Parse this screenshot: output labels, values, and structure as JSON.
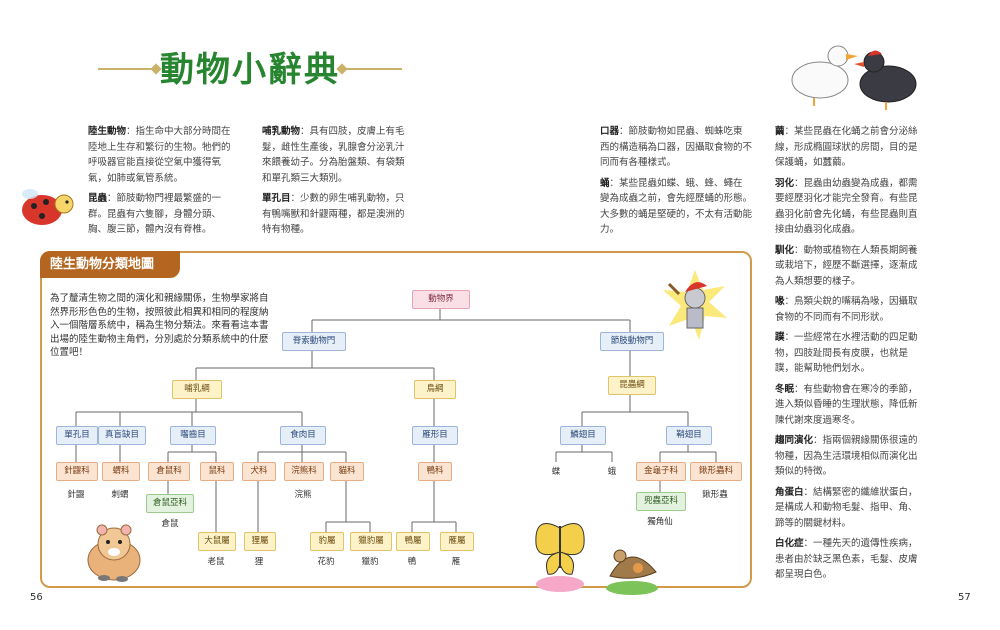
{
  "title": "動物小辭典",
  "glossary_col1": [
    {
      "term": "陸生動物",
      "def": "：指生命中大部分時間在陸地上生存和繁衍的生物。牠們的呼吸器官能直接從空氣中獲得氧氣，如肺或氣管系統。"
    },
    {
      "term": "昆蟲",
      "def": "：節肢動物門裡最繁盛的一群。昆蟲有六隻腳，身體分頭、胸、腹三節，體內沒有脊椎。"
    }
  ],
  "glossary_col2": [
    {
      "term": "哺乳動物",
      "def": "：具有四肢，皮膚上有毛髮，雌性生產後，乳腺會分泌乳汁來餵養幼子。分為胎盤類、有袋類和單孔類三大類別。"
    },
    {
      "term": "單孔目",
      "def": "：少數的卵生哺乳動物，只有鴨嘴獸和針鼴兩種，都是澳洲的特有物種。"
    }
  ],
  "glossary_col3": [
    {
      "term": "口器",
      "def": "：節肢動物如昆蟲、蜘蛛吃東西的構造稱為口器，因攝取食物的不同而有各種樣式。"
    },
    {
      "term": "蛹",
      "def": "：某些昆蟲如蝶、蛾、蜂、蠅在變為成蟲之前，會先經歷蛹的形態。大多數的蛹是堅硬的，不太有活動能力。"
    }
  ],
  "glossary_col4": [
    {
      "term": "繭",
      "def": "：某些昆蟲在化蛹之前會分泌絲線，形成橢圓球狀的房間，目的是保護蛹，如蠶繭。"
    },
    {
      "term": "羽化",
      "def": "：昆蟲由幼蟲變為成蟲，都需要經歷羽化才能完全發育。有些昆蟲羽化前會先化蛹，有些昆蟲則直接由幼蟲羽化成蟲。"
    },
    {
      "term": "馴化",
      "def": "：動物或植物在人類長期飼養或栽培下，經歷不斷選擇，逐漸成為人類想要的樣子。"
    },
    {
      "term": "喙",
      "def": "：鳥類尖銳的嘴稱為喙，因攝取食物的不同而有不同形狀。"
    },
    {
      "term": "蹼",
      "def": "：一些經常在水裡活動的四足動物，四肢趾間長有皮膜，也就是蹼，能幫助牠們划水。"
    },
    {
      "term": "冬眠",
      "def": "：有些動物會在寒冷的季節，進入類似昏睡的生理狀態，降低新陳代謝來度過寒冬。"
    },
    {
      "term": "趨同演化",
      "def": "：指兩個親緣關係很遠的物種，因為生活環境相似而演化出類似的特徵。"
    },
    {
      "term": "角蛋白",
      "def": "：結構緊密的纖維狀蛋白，是構成人和動物毛髮、指甲、角、蹄等的關鍵材料。"
    },
    {
      "term": "白化症",
      "def": "：一種先天的遺傳性疾病，患者由於缺乏黑色素，毛髮、皮膚都呈現白色。"
    }
  ],
  "map": {
    "heading": "陸生動物分類地圖",
    "intro": "為了釐清生物之間的演化和親緣關係，生物學家將自然界形形色色的生物，按照彼此相異和相同的程度納入一個階層系統中，稱為生物分類法。來看看這本書出場的陸生動物主角們，分別處於分類系統中的什麼位置吧！",
    "nodes": {
      "kingdom": "動物界",
      "chordata": "脊索動物門",
      "arthropoda": "節肢動物門",
      "mammalia": "哺乳綱",
      "aves": "鳥綱",
      "insecta": "昆蟲綱",
      "monotremata": "單孔目",
      "insectivora": "真盲缺目",
      "rodentia": "囓齒目",
      "carnivora": "食肉目",
      "anseriformes": "雁形目",
      "lepidoptera": "鱗翅目",
      "coleoptera": "鞘翅目",
      "tachyglossidae": "針鼴科",
      "erinaceidae": "蝟科",
      "cricetidae": "倉鼠科",
      "muridae": "鼠科",
      "canidae": "犬科",
      "ursidae": "浣熊科",
      "felidae": "貓科",
      "anatidae": "鴨科",
      "scarabaeidae": "金龜子科",
      "lucanidae": "鍬形蟲科",
      "cricetinae": "倉鼠亞科",
      "dynastinae": "兜蟲亞科",
      "rattus": "大鼠屬",
      "nyctereutes": "狸屬",
      "panthera": "豹屬",
      "acinonyx": "獵豹屬",
      "anas": "鴨屬",
      "anser": "雁屬"
    },
    "leaves": {
      "echidna": "針鼴",
      "hedgehog": "刺蝟",
      "hamster": "倉鼠",
      "raccoon": "浣熊",
      "rat": "老鼠",
      "raccoon_dog": "狸",
      "leopard": "花豹",
      "cheetah": "獵豹",
      "duck": "鴨",
      "goose": "雁",
      "butterfly": "蝶",
      "moth": "蛾",
      "stag_beetle": "鍬形蟲",
      "rhino_beetle": "獨角仙"
    }
  },
  "page_left": "56",
  "page_right": "57",
  "colors": {
    "title": "#27852f",
    "header": "#b4651f",
    "border": "#d19a4b"
  }
}
